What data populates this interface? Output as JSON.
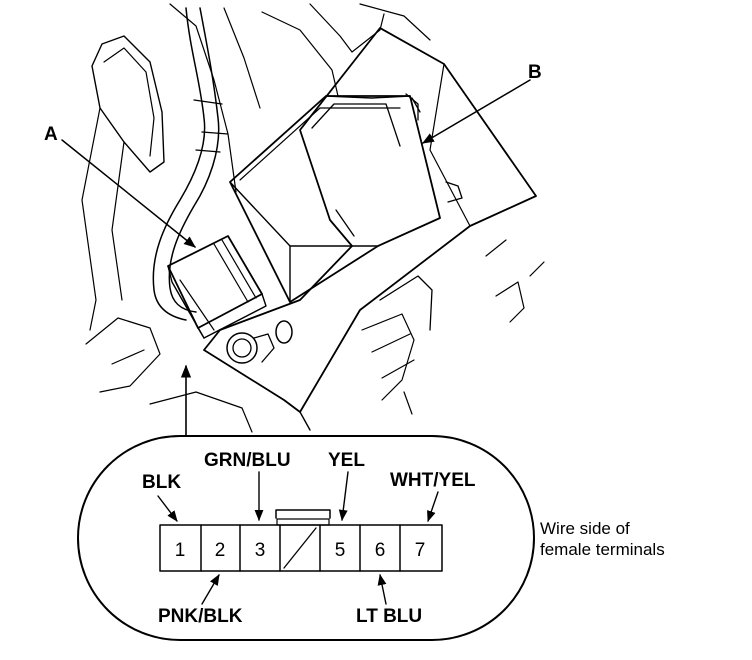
{
  "callouts": {
    "a": "A",
    "b": "B"
  },
  "connector": {
    "pins": [
      "1",
      "2",
      "3",
      "",
      "5",
      "6",
      "7"
    ],
    "wires": {
      "pin1": "BLK",
      "pin2": "PNK/BLK",
      "pin3": "GRN/BLU",
      "pin5": "YEL",
      "pin6": "LT BLU",
      "pin7": "WHT/YEL"
    },
    "note_line1": "Wire side of",
    "note_line2": "female terminals"
  }
}
